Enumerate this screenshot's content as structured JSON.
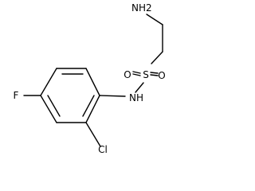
{
  "molecule": {
    "atoms": {
      "amine": "NH2",
      "sulfur": "S",
      "oxygen_left": "O",
      "oxygen_right": "O",
      "sulfonamide_nh": "NH",
      "chlorine": "Cl",
      "fluorine": "F"
    }
  }
}
